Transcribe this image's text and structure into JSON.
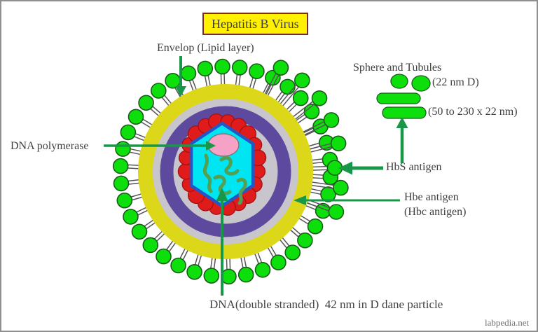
{
  "title": {
    "label": "Hepatitis B Virus"
  },
  "labels": {
    "envelope": "Envelop (Lipid layer)",
    "dna_polymerase": "DNA polymerase",
    "sphere_and_tubules": "Sphere and Tubules",
    "sphere_size": "(22 nm D)",
    "tubule_size": "(50 to 230 x 22 nm)",
    "hbs_antigen": "HbS antigen",
    "hbe_antigen": "Hbe antigen",
    "hbc_antigen": "(Hbc antigen)",
    "dna_note": "DNA(double stranded)  42 nm in D dane particle",
    "watermark": "labpedia.net"
  },
  "icons": {
    "surface_spike": "green-lollipop-spike",
    "sphere_particle": "green-sphere",
    "tubule_particle": "green-tubule-rod"
  },
  "colors": {
    "spike_green": "#0ddf0d",
    "spike_outline": "#1b5a1b",
    "stalk": "#555555",
    "envelope_yellow": "#ddd71a",
    "ring_gray": "#c8c5cd",
    "capsid_purple": "#5d4a9f",
    "capsid_red": "#df1b1b",
    "red_outline": "#a31111",
    "core_cyan": "#00e5f2",
    "core_border": "#2457c5",
    "dna_pink": "#f5a2c6",
    "pink_outline": "#777777",
    "dna_green": "#53a053",
    "arrow_green": "#189749",
    "title_bg": "#fff100",
    "title_border": "#7a2e1d",
    "text": "#3f3f3f",
    "watermark": "#6f6f6f",
    "frame": "#8f8f8f"
  }
}
